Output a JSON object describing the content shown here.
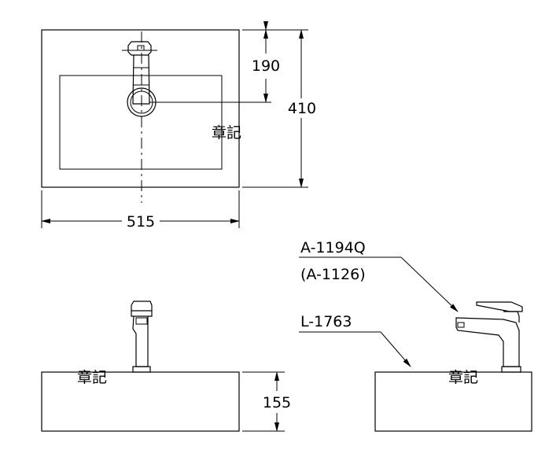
{
  "dimensions": {
    "depth": "410",
    "faucet_offset": "190",
    "width": "515",
    "height": "155"
  },
  "callouts": {
    "faucet_model": "A-1194Q",
    "faucet_alt_model": "(A-1126)",
    "basin_model": "L-1763"
  },
  "marks": {
    "top_view": "章記",
    "front_view": "章記",
    "side_view": "章記"
  }
}
